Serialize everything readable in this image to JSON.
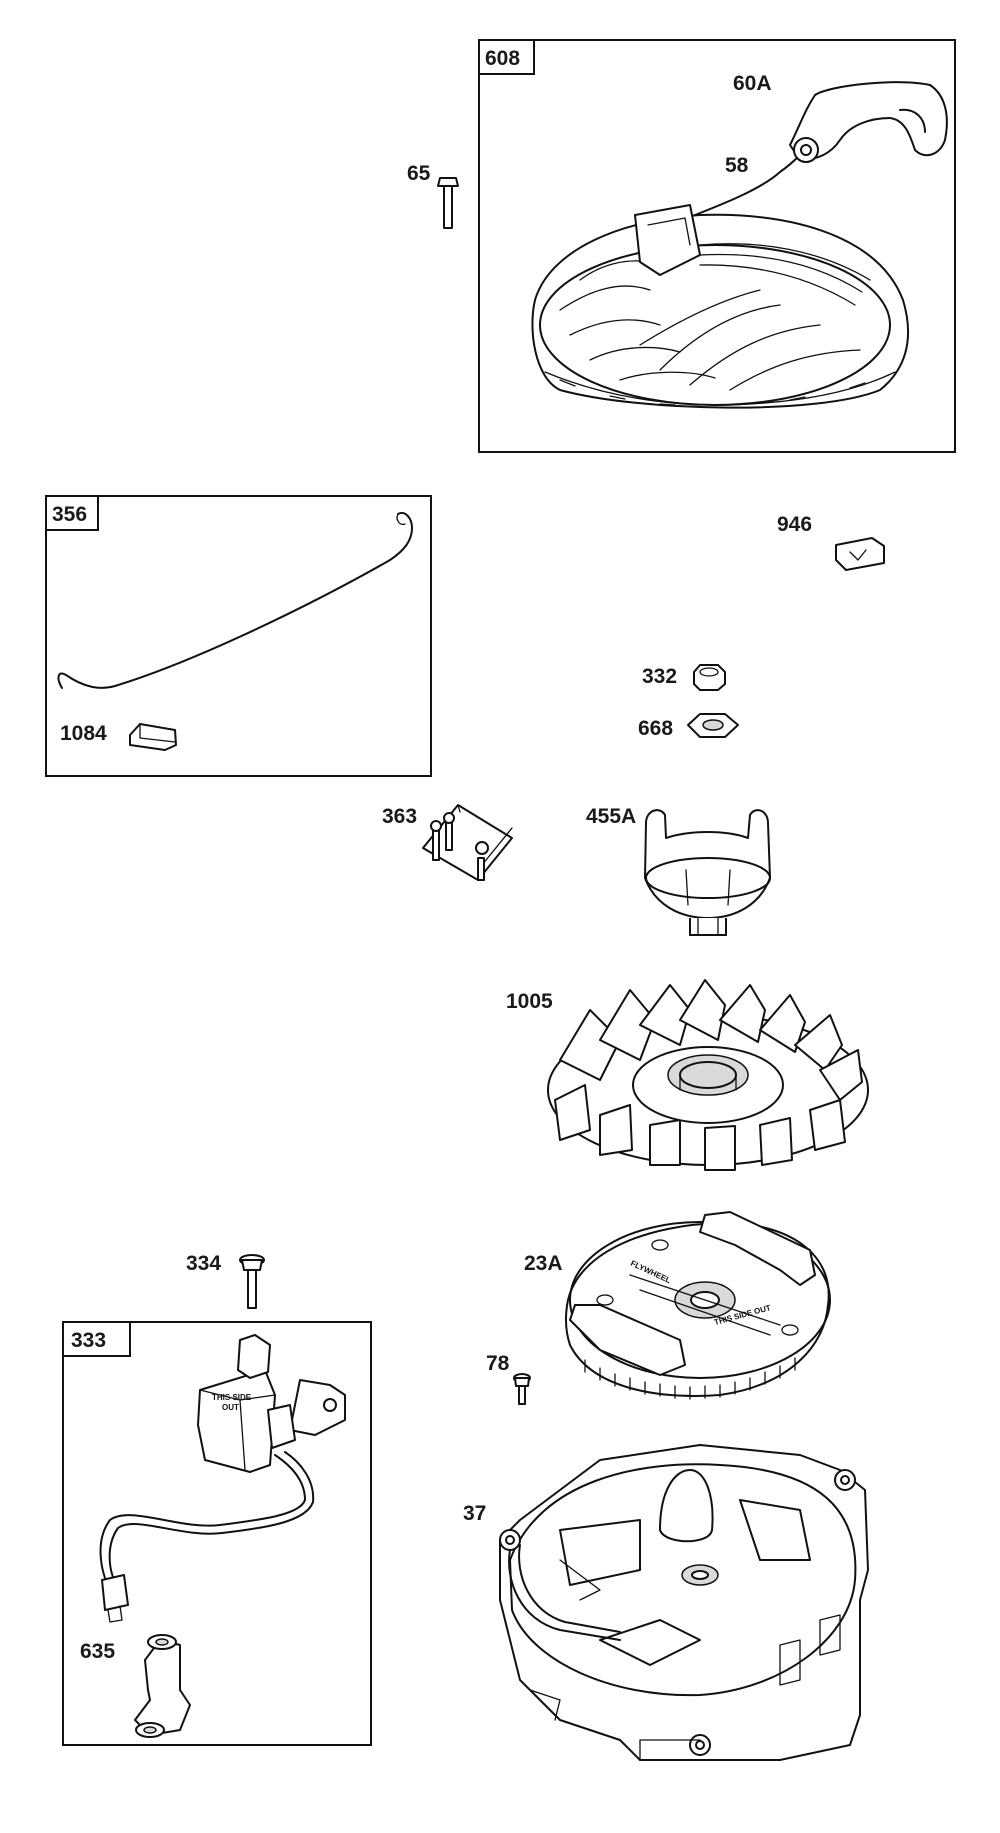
{
  "boxes": {
    "rewind_starter": "608",
    "ground_wire": "356",
    "ignition_armature": "333"
  },
  "callouts": {
    "starter_handle": "60A",
    "starter_rope": "58",
    "screw_65": "65",
    "clip_946": "946",
    "nut_332": "332",
    "washer_668": "668",
    "bracket_363": "363",
    "clutch_455a": "455A",
    "fan_1005": "1005",
    "flywheel_23a": "23A",
    "screw_334": "334",
    "screw_78": "78",
    "blower_housing_37": "37",
    "spark_plug_boot_635": "635",
    "wire_terminal_1084": "1084"
  },
  "labels": {
    "flywheel_text_1": "FLYWHEEL",
    "flywheel_text_2": "THIS SIDE OUT",
    "armature_text_1": "THIS SIDE",
    "armature_text_2": "OUT"
  }
}
